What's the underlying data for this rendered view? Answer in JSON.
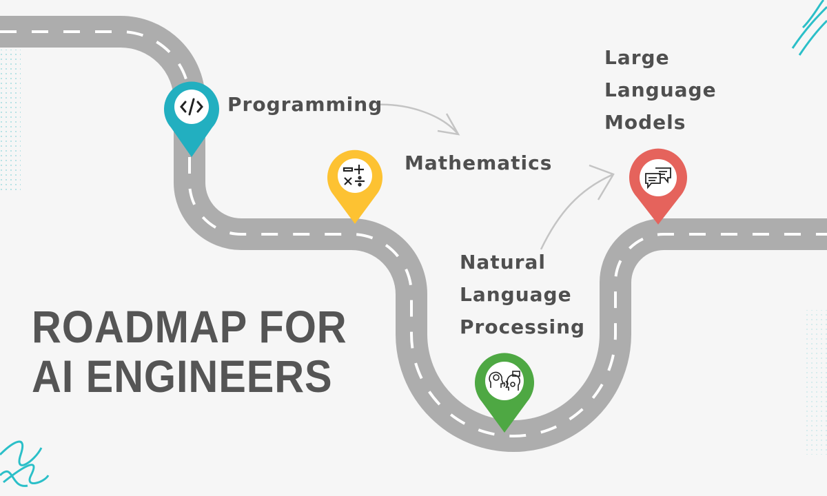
{
  "title": {
    "line1": "ROADMAP FOR",
    "line2": "AI ENGINEERS"
  },
  "milestones": [
    {
      "label_lines": [
        "Programming"
      ],
      "icon": "code-icon",
      "color": "#22afc0"
    },
    {
      "label_lines": [
        "Mathematics"
      ],
      "icon": "math-operators-icon",
      "color": "#fdc232"
    },
    {
      "label_lines": [
        "Natural",
        "Language",
        "Processing"
      ],
      "icon": "human-ai-communication-icon",
      "color": "#4ea843"
    },
    {
      "label_lines": [
        "Large",
        "Language",
        "Models"
      ],
      "icon": "chat-bubbles-icon",
      "color": "#e5635c"
    }
  ],
  "colors": {
    "road": "#adadad",
    "background": "#f6f6f6",
    "text": "#4f4f4f",
    "accent": "#2bbfc8"
  }
}
